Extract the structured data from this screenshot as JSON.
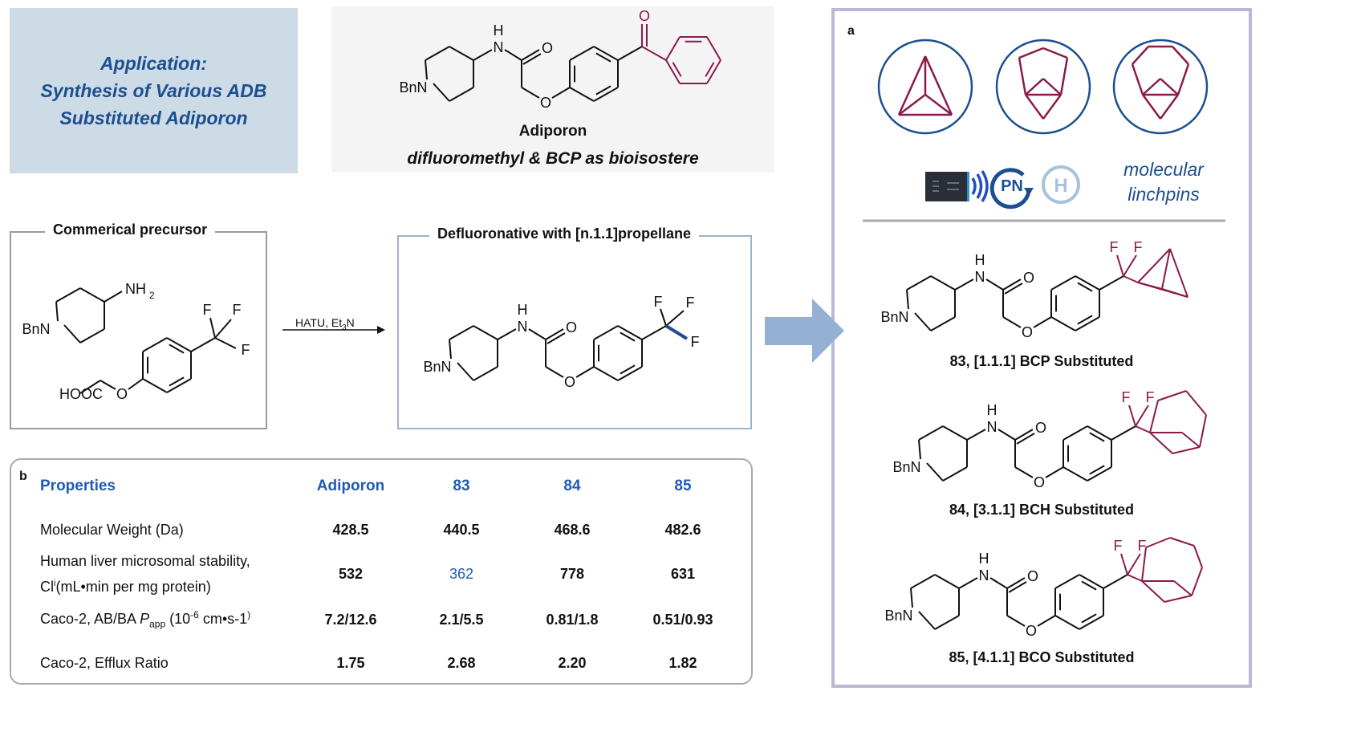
{
  "title_box": {
    "line1": "Application:",
    "line2": "Synthesis of Various ADB",
    "line3": "Substituted Adiporon"
  },
  "adiporon": {
    "name": "Adiporon",
    "subtitle": "difluoromethyl & BCP as bioisostere"
  },
  "precursor_box": {
    "title": "Commerical precursor"
  },
  "product_box": {
    "title": "Defluoronative with [n.1.1]propellane"
  },
  "reagents": {
    "main": "HATU, Et",
    "sub": "3",
    "tail": "N"
  },
  "atoms": {
    "bnn": "BnN",
    "n": "N",
    "h": "H",
    "o": "O",
    "f": "F",
    "nh": "NH",
    "two": "2",
    "hooc": "HOOC"
  },
  "panel_a": {
    "letter": "a",
    "linchpins_line1": "molecular",
    "linchpins_line2": "linchpins",
    "compounds": [
      {
        "label": "83, [1.1.1] BCP Substituted"
      },
      {
        "label": "84, [3.1.1] BCH Substituted"
      },
      {
        "label": "85, [4.1.1] BCO  Substituted"
      }
    ]
  },
  "icons": [
    "flow-reactor-icon",
    "photoredox-pn-icon",
    "hydrogen-h-icon"
  ],
  "panel_b": {
    "letter": "b",
    "headers": [
      "Properties",
      "Adiporon",
      "83",
      "84",
      "85"
    ],
    "rows": [
      {
        "prop": "Molecular Weight (Da)",
        "values": [
          "428.5",
          "440.5",
          "468.6",
          "482.6"
        ]
      },
      {
        "prop_line1": "Human liver microsomal stability,",
        "prop_line2a": "Cl",
        "prop_line2sup": "i",
        "prop_line2b": "(mL•min per mg protein)",
        "values": [
          "532",
          "362",
          "778",
          "631"
        ]
      },
      {
        "prop_a": "Caco-2, AB/BA ",
        "prop_p": "P",
        "prop_sub": "app",
        "prop_b": " (10",
        "prop_sup": "-6",
        "prop_c": " cm•s-1",
        "prop_sup2": ")",
        "values": [
          "7.2/12.6",
          "2.1/5.5",
          "0.81/1.8",
          "0.51/0.93"
        ]
      },
      {
        "prop": "Caco-2, Efflux Ratio",
        "values": [
          "1.75",
          "2.68",
          "2.20",
          "1.82"
        ]
      }
    ]
  },
  "colors": {
    "maroon": "#8b1a4a",
    "blue": "#1f5bb5",
    "navy": "#1c4f8f",
    "arrow": "#94b1d3",
    "bond_blue": "#1f4f8f"
  }
}
